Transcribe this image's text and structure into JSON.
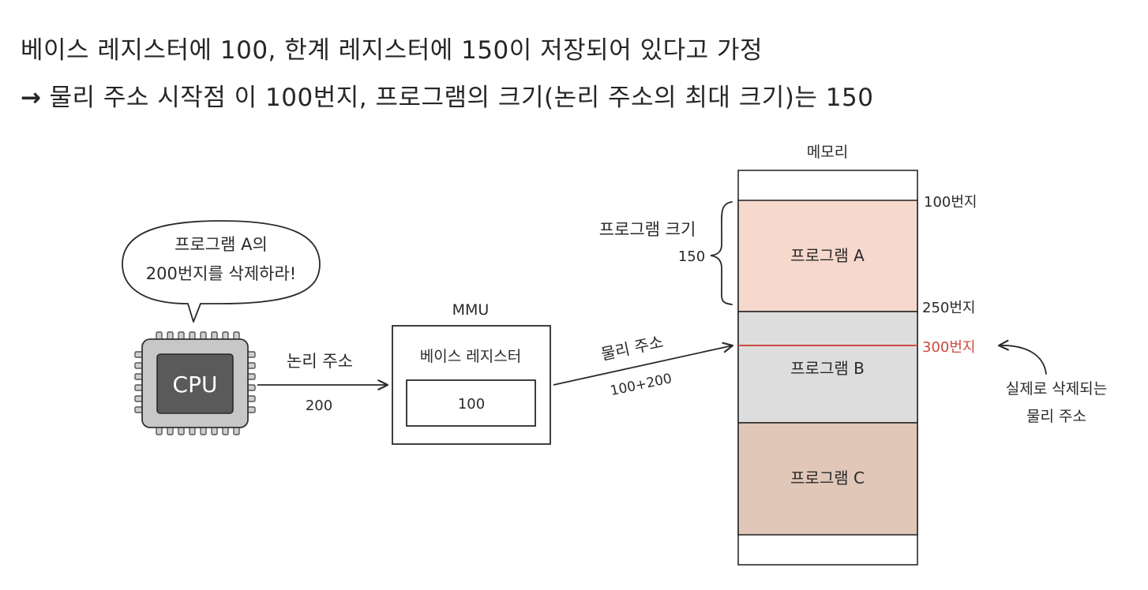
{
  "text": {
    "line1": "베이스 레지스터에 100, 한계 레지스터에 150이 저장되어 있다고 가정",
    "line2_arrow": "→",
    "line2": "물리 주소 시작점 이 100번지, 프로그램의 크기(논리 주소의 최대 크기)는 150"
  },
  "bubble": {
    "line1": "프로그램 A의",
    "line2": "200번지를 삭제하라!"
  },
  "cpu": {
    "label": "CPU"
  },
  "logical_arrow": {
    "label": "논리 주소",
    "value": "200"
  },
  "mmu": {
    "title": "MMU",
    "register_label": "베이스 레지스터",
    "register_value": "100"
  },
  "physical_arrow": {
    "label": "물리 주소",
    "value": "100+200"
  },
  "memory": {
    "title": "메모리",
    "program_size_label": "프로그램 크기",
    "program_size_value": "150",
    "blocks": [
      {
        "label": "프로그램 A",
        "color": "#f6d8cc"
      },
      {
        "label": "프로그램 B",
        "color": "#dddddd"
      },
      {
        "label": "프로그램 C",
        "color": "#e0c7b8"
      }
    ],
    "addresses": [
      "100번지",
      "250번지",
      "300번지"
    ],
    "highlight_color": "#cc4a3e"
  },
  "note": {
    "line1": "실제로 삭제되는",
    "line2": "물리 주소"
  }
}
